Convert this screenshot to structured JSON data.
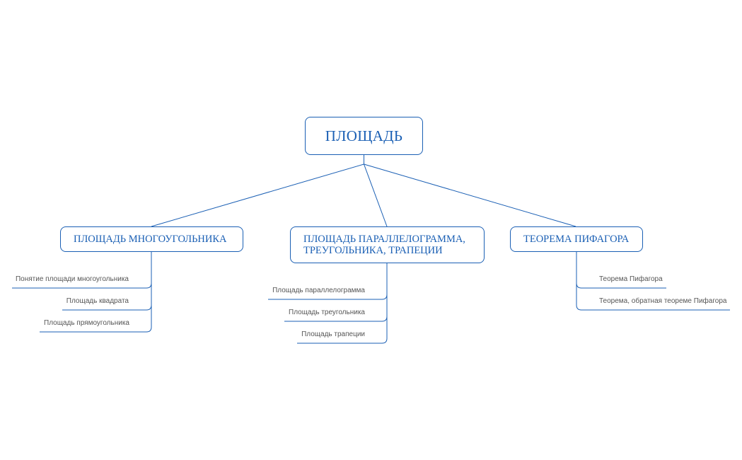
{
  "colors": {
    "line": "#1a5fb4",
    "text_node": "#1a5fb4",
    "text_leaf": "#555555"
  },
  "root": {
    "label": "ПЛОЩАДЬ"
  },
  "branches": [
    {
      "label": "ПЛОЩАДЬ МНОГОУГОЛЬНИКА",
      "children": [
        "Понятие площади многоугольника",
        "Площадь квадрата",
        "Площадь прямоугольника"
      ]
    },
    {
      "label": "ПЛОЩАДЬ ПАРАЛЛЕЛОГРАММА, ТРЕУГОЛЬНИКА, ТРАПЕЦИИ",
      "children": [
        "Площадь параллелограмма",
        "Площадь треугольника",
        "Площадь трапеции"
      ]
    },
    {
      "label": "ТЕОРЕМА ПИФАГОРА",
      "children": [
        "Теорема Пифагора",
        "Теорема, обратная теореме Пифагора"
      ]
    }
  ]
}
